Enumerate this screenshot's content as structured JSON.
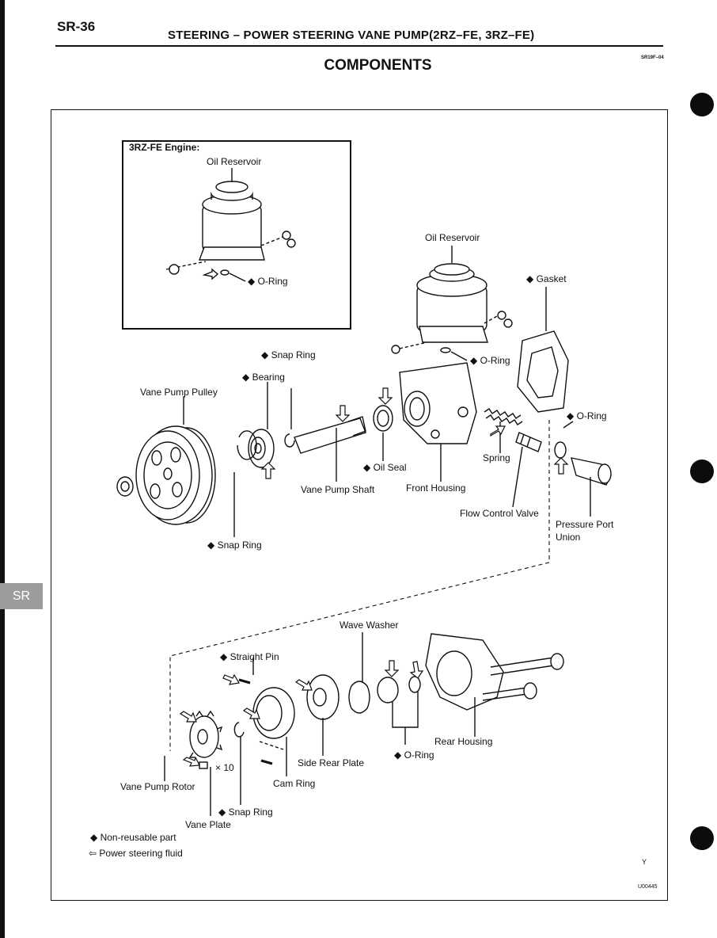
{
  "header": {
    "page_number": "SR-36",
    "title": "STEERING – POWER STEERING VANE PUMP(2RZ–FE, 3RZ–FE)",
    "section": "COMPONENTS",
    "code": "SR19F–04"
  },
  "side_tab": "SR",
  "inset": {
    "title": "3RZ-FE Engine:",
    "oil_reservoir": "Oil Reservoir",
    "o_ring": "O-Ring"
  },
  "labels": {
    "oil_reservoir": "Oil Reservoir",
    "gasket": "Gasket",
    "o_ring_reservoir": "O-Ring",
    "snap_ring_top": "Snap Ring",
    "bearing": "Bearing",
    "vane_pump_pulley": "Vane Pump Pulley",
    "o_ring_right": "O-Ring",
    "oil_seal": "Oil Seal",
    "spring": "Spring",
    "vane_pump_shaft": "Vane Pump Shaft",
    "front_housing": "Front Housing",
    "flow_control_valve": "Flow Control Valve",
    "pressure_port_union": [
      "Pressure Port",
      "Union"
    ],
    "snap_ring_pulley": "Snap Ring",
    "wave_washer": "Wave Washer",
    "straight_pin": "Straight Pin",
    "rear_housing": "Rear Housing",
    "o_ring_bottom": "O-Ring",
    "side_rear_plate": "Side Rear Plate",
    "times_ten": "× 10",
    "cam_ring": "Cam Ring",
    "vane_pump_rotor": "Vane Pump Rotor",
    "snap_ring_bottom": "Snap Ring",
    "vane_plate": "Vane Plate"
  },
  "legend": {
    "non_reusable": "Non-reusable part",
    "fluid": "Power steering fluid"
  },
  "figure_marks": {
    "letter": "Y",
    "figure_id": "U00445"
  },
  "icons": {
    "diamond": "filled-diamond-icon",
    "arrow": "hollow-arrow-icon"
  }
}
